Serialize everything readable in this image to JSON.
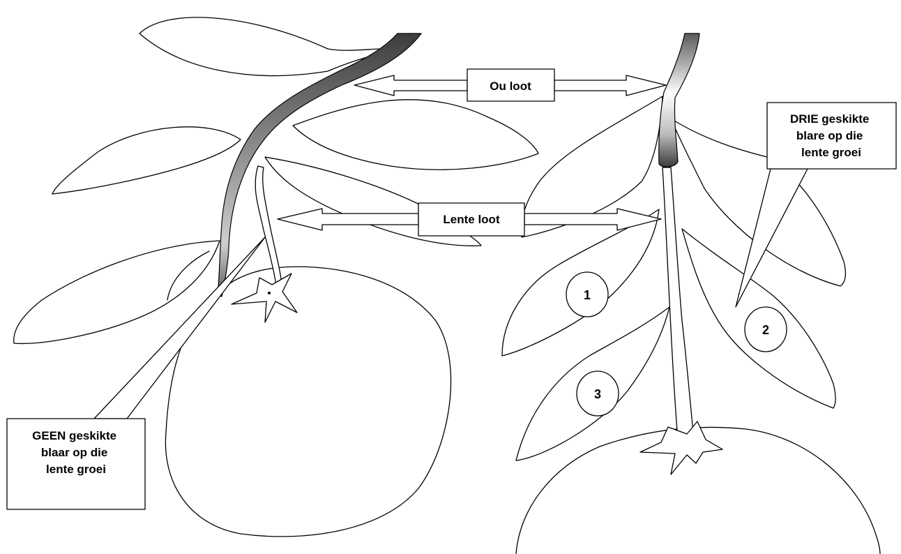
{
  "labels": {
    "old_shoot": "Ou loot",
    "spring_shoot": "Lente loot",
    "left_callout": [
      "GEEN geskikte",
      "blaar op die",
      "lente groei"
    ],
    "right_callout": [
      "DRIE geskikte",
      "blare op die",
      "lente groei"
    ],
    "leaf_numbers": [
      "1",
      "2",
      "3"
    ]
  },
  "colors": {
    "line": "#000000",
    "old_shoot_dark": "#3a3a3a",
    "old_shoot_light": "#f2f2f2"
  }
}
